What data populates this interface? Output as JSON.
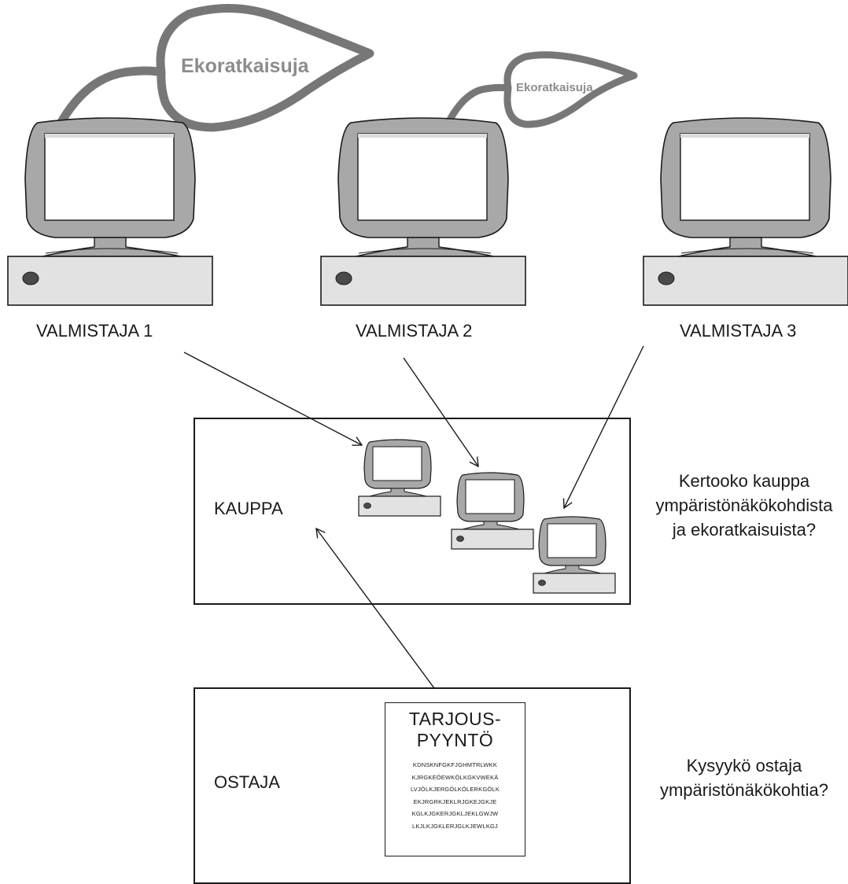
{
  "bubbles": {
    "bubble1": "Ekoratkaisuja",
    "bubble2": "Ekoratkaisuja"
  },
  "manufacturers": [
    {
      "label": "VALMISTAJA 1"
    },
    {
      "label": "VALMISTAJA 2"
    },
    {
      "label": "VALMISTAJA 3"
    }
  ],
  "store": {
    "label": "KAUPPA",
    "question": [
      "Kertooko kauppa",
      "ympäristönäkökohdista",
      "ja ekoratkaisuista?"
    ]
  },
  "buyer": {
    "label": "OSTAJA",
    "question": [
      "Kysyykö ostaja",
      "ympäristönäkökohtia?"
    ]
  },
  "request_document": {
    "title": [
      "TARJOUS-",
      "PYYNTÖ"
    ],
    "lines": [
      "KDNSKNFGKFJGHMTRLWKK",
      "KJRGKEÖEWKÖLKGKVWEKÄ",
      "LVJÖLKJERGÖLKÖLERKGÖLK",
      "EKJRGRKJEKLRJGKEJGKJE",
      "KGLKJGKERJGKLJEKLGWJW",
      "LKJLKJGKLERJGLKJEWLKGJ"
    ]
  },
  "colors": {
    "monitor_gray": "#a8a8a8",
    "bubble_stroke": "#777777",
    "bubble_text": "#8c8c8c",
    "line": "#1a1a1a"
  }
}
